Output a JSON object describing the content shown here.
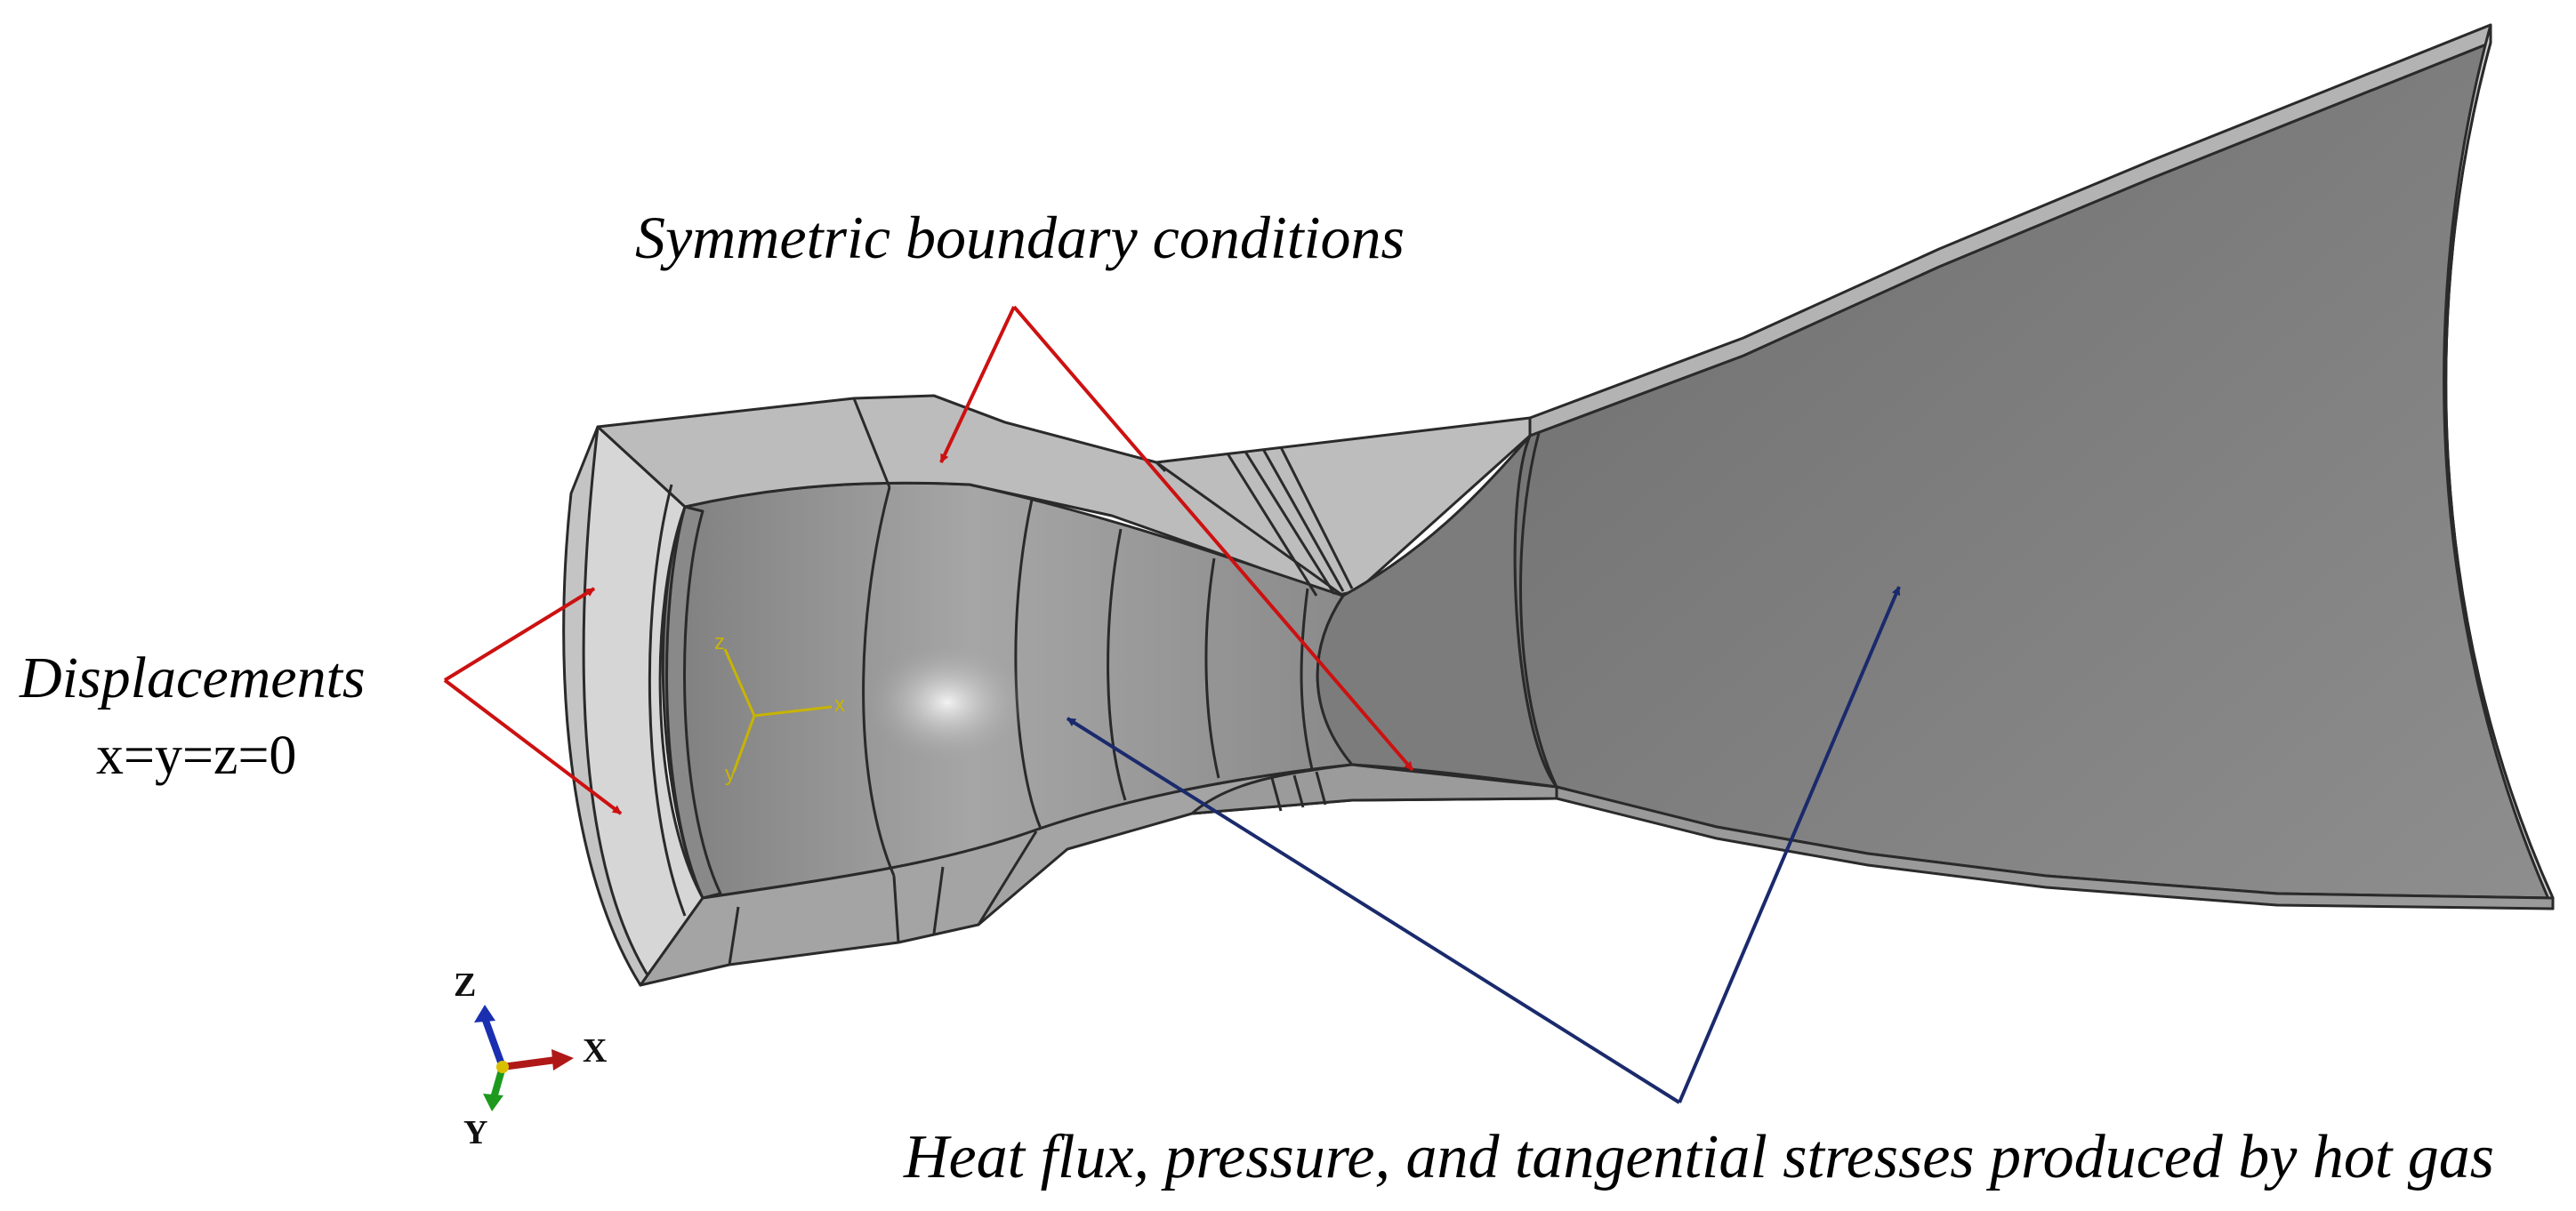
{
  "annotations": {
    "symmetric": "Symmetric boundary conditions",
    "displacements": "Displacements",
    "displacements_value": "x=y=z=0",
    "heat": "Heat flux, pressure, and tangential stresses produced by hot gas"
  },
  "triad": {
    "z": "Z",
    "x": "X",
    "y": "Y"
  },
  "local_csys": {
    "z": "z",
    "x": "x",
    "y": "y"
  },
  "colors": {
    "red_arrow": "#cc1111",
    "blue_arrow": "#1a2a6c",
    "inner_surface": "#8a8a8a",
    "wall_top": "#b9b9b9",
    "wall_face": "#d2d2d2",
    "edge": "#2a2a2a",
    "local_axes": "#c8b400",
    "triad_x": "#b01818",
    "triad_y": "#1d9a1d",
    "triad_z": "#1a2fb0"
  }
}
